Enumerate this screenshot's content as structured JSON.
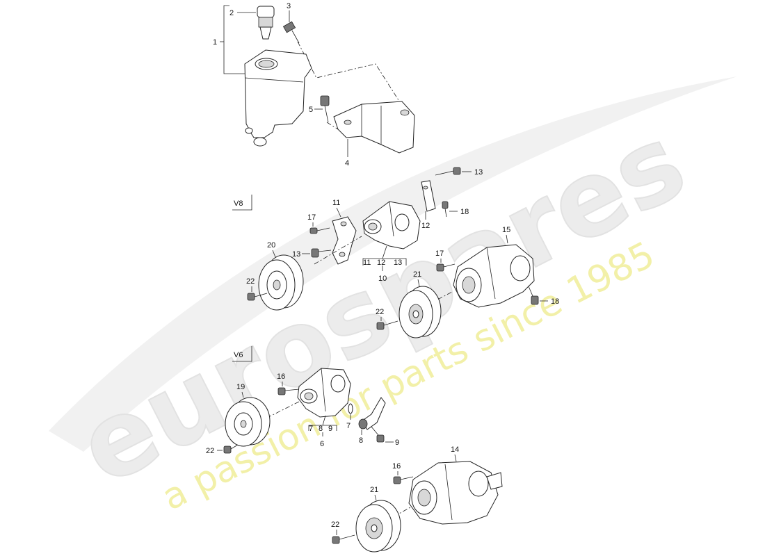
{
  "watermark": {
    "brand": "eurospares",
    "tagline": "a passion for parts since 1985"
  },
  "variants": {
    "v8": "V8",
    "v6": "V6"
  },
  "callouts": {
    "c1": "1",
    "c2": "2",
    "c3": "3",
    "c4": "4",
    "c5": "5",
    "c6": "6",
    "c7a": "7",
    "c7b": "7",
    "c8a": "8",
    "c8b": "8",
    "c9a": "9",
    "c9b": "9",
    "c10": "10",
    "c11a": "11",
    "c11b": "11",
    "c12a": "12",
    "c12b": "12",
    "c13a": "13",
    "c13b": "13",
    "c13c": "13",
    "c14": "14",
    "c15": "15",
    "c16a": "16",
    "c16b": "16",
    "c17a": "17",
    "c17b": "17",
    "c18a": "18",
    "c18b": "18",
    "c19": "19",
    "c20": "20",
    "c21a": "21",
    "c21b": "21",
    "c22a": "22",
    "c22b": "22",
    "c22c": "22",
    "c22d": "22"
  }
}
